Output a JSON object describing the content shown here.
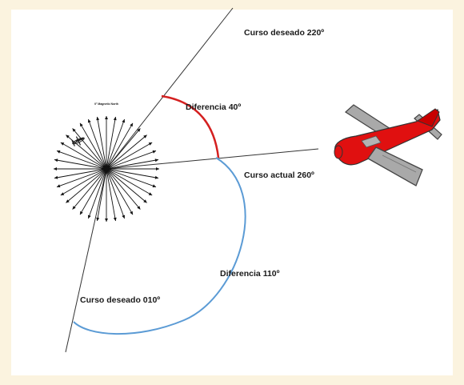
{
  "labels": {
    "desired_top": "Curso deseado 220º",
    "difference_40": "Diferencia 40º",
    "current_course": "Curso actual 260º",
    "difference_110": "Diferencia 110º",
    "desired_bottom": "Curso deseado 010º"
  },
  "compass": {
    "title": "0° Magnetic North"
  },
  "colors": {
    "arc_small": "#d42020",
    "arc_large": "#5b9bd5",
    "airplane_body": "#e01010",
    "airplane_wings": "#a9a9a9"
  }
}
